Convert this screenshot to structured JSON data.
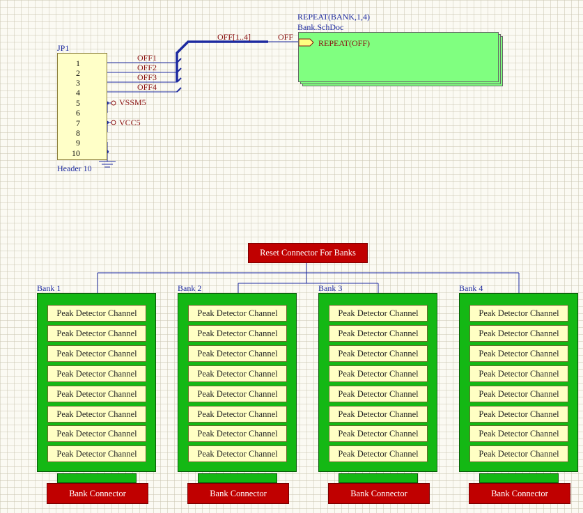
{
  "header": {
    "designator": "JP1",
    "comment": "Header 10",
    "pins": [
      "1",
      "2",
      "3",
      "4",
      "5",
      "6",
      "7",
      "8",
      "9",
      "10"
    ]
  },
  "nets": {
    "off1": "OFF1",
    "off2": "OFF2",
    "off3": "OFF3",
    "off4": "OFF4",
    "bus": "OFF[1..4]",
    "port": "OFF",
    "vssm5": "VSSM5",
    "vcc5": "VCC5"
  },
  "sheet": {
    "repeat": "REPEAT(BANK,1,4)",
    "file": "Bank.SchDoc",
    "entry": "REPEAT(OFF)"
  },
  "reset": {
    "label": "Reset Connector For Banks"
  },
  "banks": [
    {
      "title": "Bank 1",
      "connector": "Bank Connector"
    },
    {
      "title": "Bank 2",
      "connector": "Bank Connector"
    },
    {
      "title": "Bank 3",
      "connector": "Bank Connector"
    },
    {
      "title": "Bank 4",
      "connector": "Bank Connector"
    }
  ],
  "channel_label": "Peak Detector Channel",
  "colors": {
    "wire": "#1d2aa0",
    "net_label": "#8a1010",
    "sheet_fill": "#80ff80",
    "bank_green": "#14b814",
    "channel_fill": "#ffffc4",
    "connector_red": "#c00000"
  }
}
